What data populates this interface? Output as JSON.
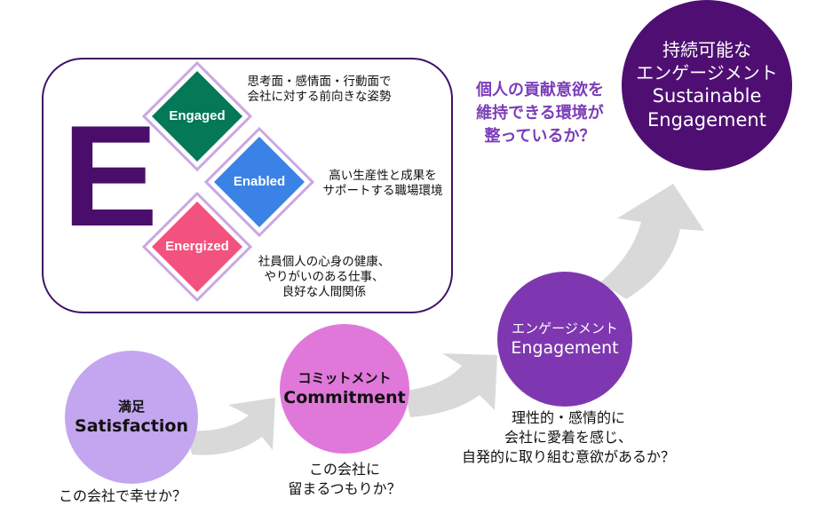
{
  "colors": {
    "box_border": "#3f1165",
    "big_e": "#4a0d6b",
    "diamond_outline": "#c9a8e2",
    "engaged": "#047857",
    "enabled": "#3b82e6",
    "energized": "#f2527e",
    "satisfaction": "#c3a6ef",
    "commitment": "#e078da",
    "engagement": "#7e37b0",
    "sustainable": "#4f0f72",
    "arrow": "#d9d9d9",
    "question_purple": "#7b3db8"
  },
  "e_model": {
    "letter": "E",
    "items": [
      {
        "label": "Engaged",
        "description": [
          "思考面・感情面・行動面で",
          "会社に対する前向きな姿勢"
        ]
      },
      {
        "label": "Enabled",
        "description": [
          "高い生産性と成果を",
          "サポートする職場環境"
        ]
      },
      {
        "label": "Energized",
        "description": [
          "社員個人の心身の健康、",
          "やりがいのある仕事、",
          "良好な人間関係"
        ]
      }
    ]
  },
  "stages": [
    {
      "jp": "満足",
      "en": "Satisfaction",
      "question": [
        "この会社で幸せか？"
      ]
    },
    {
      "jp": "コミットメント",
      "en": "Commitment",
      "question": [
        "この会社に",
        "留まるつもりか？"
      ]
    },
    {
      "jp": "エンゲージメント",
      "en": "Engagement",
      "question": [
        "理性的・感情的に",
        "会社に愛着を感じ、",
        "自発的に取り組む意欲があるか？"
      ]
    },
    {
      "jp": "持続可能な",
      "jp2": "エンゲージメント",
      "en": "Sustainable",
      "en2": "Engagement",
      "question": [
        "個人の貢献意欲を",
        "維持できる環境が",
        "整っているか？"
      ]
    }
  ]
}
